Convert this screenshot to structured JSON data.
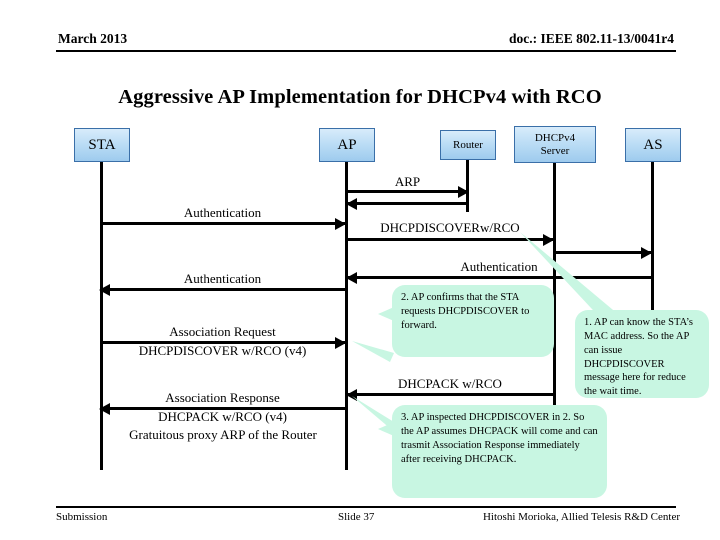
{
  "header": {
    "left": "March 2013",
    "right": "doc.: IEEE 802.11-13/0041r4"
  },
  "footer": {
    "left": "Submission",
    "middle": "Slide 37",
    "right": "Hitoshi Morioka, Allied Telesis R&D Center"
  },
  "title": "Aggressive AP Implementation for DHCPv4 with RCO",
  "colors": {
    "node_border": "#3a6fa8",
    "node_fill_top": "#d8ecfb",
    "node_fill_bottom": "#9ecbee",
    "callout_fill": "#c8f6e2",
    "line": "#000000"
  },
  "nodes": [
    {
      "id": "sta",
      "label": "STA"
    },
    {
      "id": "ap",
      "label": "AP"
    },
    {
      "id": "router",
      "label": "Router"
    },
    {
      "id": "dhcp",
      "label_line1": "DHCPv4",
      "label_line2": "Server"
    },
    {
      "id": "as",
      "label": "AS"
    }
  ],
  "messages": [
    {
      "id": "arp",
      "label": "ARP",
      "from": "ap",
      "to": "router"
    },
    {
      "id": "arp-reply",
      "label": "",
      "from": "router",
      "to": "ap"
    },
    {
      "id": "auth-sta-ap",
      "label": "Authentication",
      "from": "sta",
      "to": "ap"
    },
    {
      "id": "dhcpdiscover-rco",
      "label": "DHCPDISCOVERw/RCO",
      "from": "ap",
      "to": "dhcp"
    },
    {
      "id": "dhcp-as",
      "label": "",
      "from": "dhcp",
      "to": "as"
    },
    {
      "id": "auth-as-ap",
      "label": "Authentication",
      "from": "as",
      "to": "ap"
    },
    {
      "id": "auth-ap-sta",
      "label": "Authentication",
      "from": "ap",
      "to": "sta"
    },
    {
      "id": "assoc-request",
      "label": "Association Request",
      "sublabel": "DHCPDISCOVER w/RCO (v4)",
      "from": "sta",
      "to": "ap"
    },
    {
      "id": "dhcpack-rco",
      "label": "DHCPACK w/RCO",
      "from": "dhcp",
      "to": "ap"
    },
    {
      "id": "assoc-response",
      "label": "Association Response",
      "sublabel": "DHCPACK w/RCO (v4)",
      "sublabel2": "Gratuitous proxy ARP of the Router",
      "from": "ap",
      "to": "sta"
    }
  ],
  "callouts": [
    {
      "id": "callout-2",
      "text": "2. AP confirms that the STA requests DHCPDISCOVER to forward."
    },
    {
      "id": "callout-1",
      "text": "1. AP can know the STA’s MAC address. So the AP can issue DHCPDISCOVER message here for reduce the wait time."
    },
    {
      "id": "callout-3",
      "text": "3. AP inspected DHCPDISCOVER in 2. So the AP assumes DHCPACK will come and can trasmit Association Response immediately after receiving DHCPACK."
    }
  ]
}
